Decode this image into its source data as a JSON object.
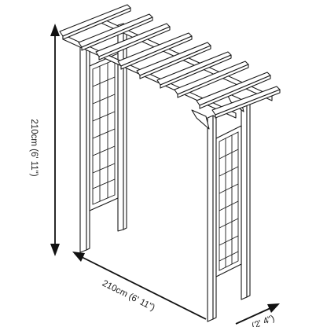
{
  "diagram": {
    "subject": "garden arch with trellis side panels and pergola roof",
    "dimensions": {
      "height": {
        "label": "210cm (6' 11\")"
      },
      "width": {
        "label": "210cm (6' 11\")"
      },
      "depth": {
        "label": "(2' 4\")"
      }
    },
    "colors": {
      "line": "#1a1a1a",
      "background": "#ffffff"
    }
  }
}
